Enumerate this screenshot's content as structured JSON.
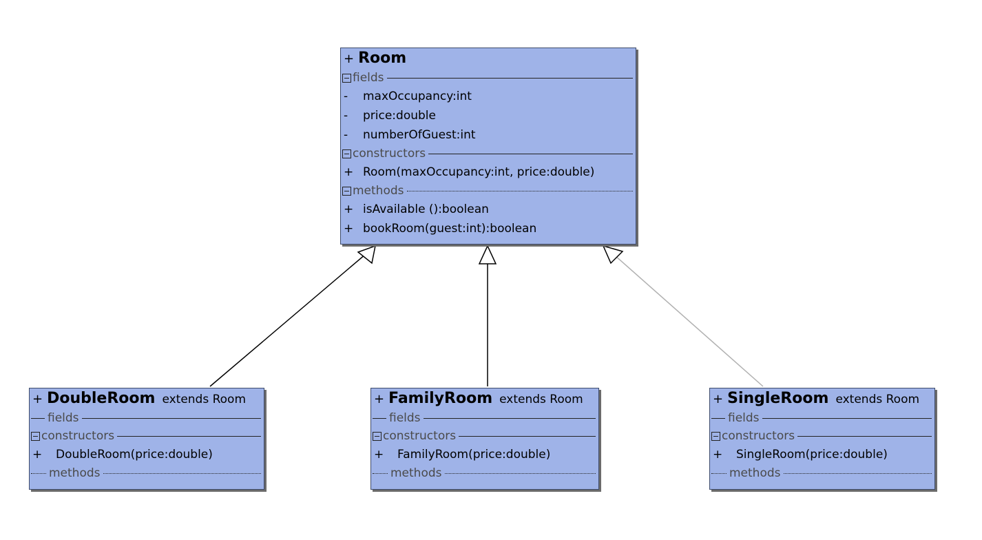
{
  "diagram": {
    "type": "uml-class-diagram",
    "classes": {
      "room": {
        "visibility": "+",
        "name": "Room",
        "sections": {
          "fields_label": "fields",
          "constructors_label": "constructors",
          "methods_label": "methods"
        },
        "fields": [
          {
            "visibility": "-",
            "text": "maxOccupancy:int"
          },
          {
            "visibility": "-",
            "text": "price:double"
          },
          {
            "visibility": "-",
            "text": "numberOfGuest:int"
          }
        ],
        "constructors": [
          {
            "visibility": "+",
            "text": "Room(maxOccupancy:int, price:double)"
          }
        ],
        "methods": [
          {
            "visibility": "+",
            "text": "isAvailable ():boolean"
          },
          {
            "visibility": "+",
            "text": "bookRoom(guest:int):boolean"
          }
        ]
      },
      "double_room": {
        "visibility": "+",
        "name": "DoubleRoom",
        "extends_text": "extends Room",
        "sections": {
          "fields_label": "fields",
          "constructors_label": "constructors",
          "methods_label": "methods"
        },
        "constructors": [
          {
            "visibility": "+",
            "text": "DoubleRoom(price:double)"
          }
        ]
      },
      "family_room": {
        "visibility": "+",
        "name": "FamilyRoom",
        "extends_text": "extends Room",
        "sections": {
          "fields_label": "fields",
          "constructors_label": "constructors",
          "methods_label": "methods"
        },
        "constructors": [
          {
            "visibility": "+",
            "text": "FamilyRoom(price:double)"
          }
        ]
      },
      "single_room": {
        "visibility": "+",
        "name": "SingleRoom",
        "extends_text": "extends Room",
        "sections": {
          "fields_label": "fields",
          "constructors_label": "constructors",
          "methods_label": "methods"
        },
        "constructors": [
          {
            "visibility": "+",
            "text": "SingleRoom(price:double)"
          }
        ]
      }
    },
    "relationships": [
      {
        "from": "DoubleRoom",
        "to": "Room",
        "kind": "generalization",
        "line_color": "#000000"
      },
      {
        "from": "FamilyRoom",
        "to": "Room",
        "kind": "generalization",
        "line_color": "#000000"
      },
      {
        "from": "SingleRoom",
        "to": "Room",
        "kind": "generalization",
        "line_color": "#b0b0b0"
      }
    ],
    "colors": {
      "class_fill": "#9fb3e8",
      "class_border": "#3d4a6a",
      "shadow": "#6b6b6b",
      "section_label": "#4a4a4a"
    }
  }
}
